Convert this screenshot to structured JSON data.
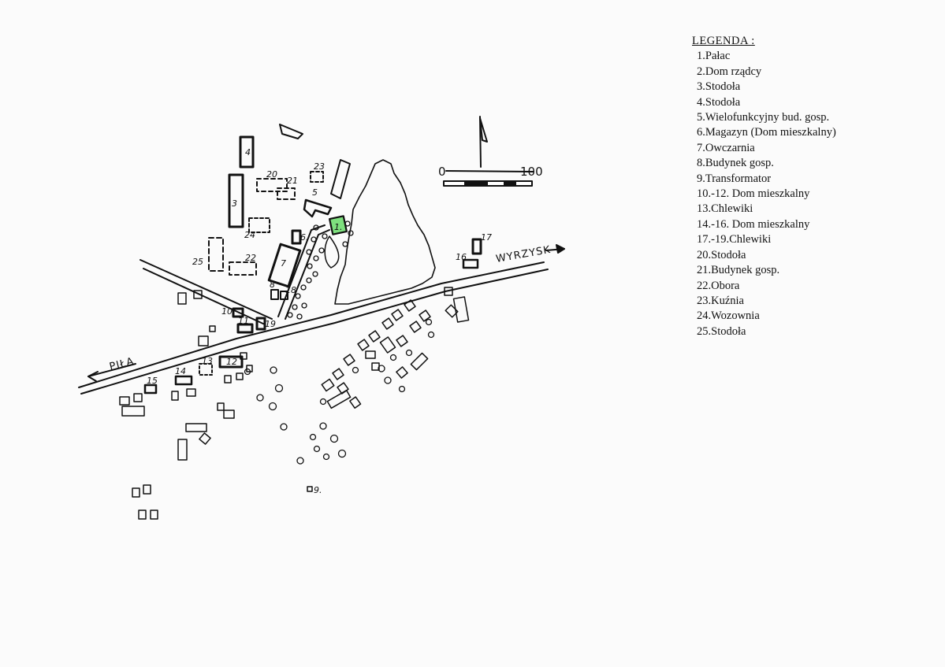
{
  "legend": {
    "title": "LEGENDA :",
    "items": [
      "1.Pałac",
      "2.Dom rządcy",
      "3.Stodoła",
      "4.Stodoła",
      "5.Wielofunkcyjny bud. gosp.",
      "6.Magazyn (Dom mieszkalny)",
      "7.Owczarnia",
      "8.Budynek gosp.",
      "9.Transformator",
      "10.-12. Dom mieszkalny",
      "13.Chlewiki",
      "14.-16. Dom mieszkalny",
      "17.-19.Chlewiki",
      "20.Stodoła",
      "21.Budynek gosp.",
      "22.Obora",
      "23.Kuźnia",
      "24.Wozownia",
      "25.Stodoła"
    ]
  },
  "roads": {
    "west": "PIŁA",
    "east": "WYRZYSK"
  },
  "scale": {
    "start": "0",
    "end": "100"
  },
  "building_numbers": {
    "n1": "1.",
    "n3": "3",
    "n4": "4",
    "n5": "5",
    "n6": "6.",
    "n7": "7",
    "n8": "8",
    "n9": "9.",
    "n10": "10",
    "n11": "11",
    "n12": "12",
    "n13": "13",
    "n14": "14",
    "n15": "15",
    "n16": "16",
    "n17": "17",
    "n18": "18",
    "n19": "19",
    "n20": "20",
    "n21": "21",
    "n22": "22",
    "n23": "23",
    "n24": "24",
    "n25": "25"
  },
  "colors": {
    "ink": "#111111",
    "highlight": "#7ee07e",
    "paper": "#fbfbfb"
  }
}
